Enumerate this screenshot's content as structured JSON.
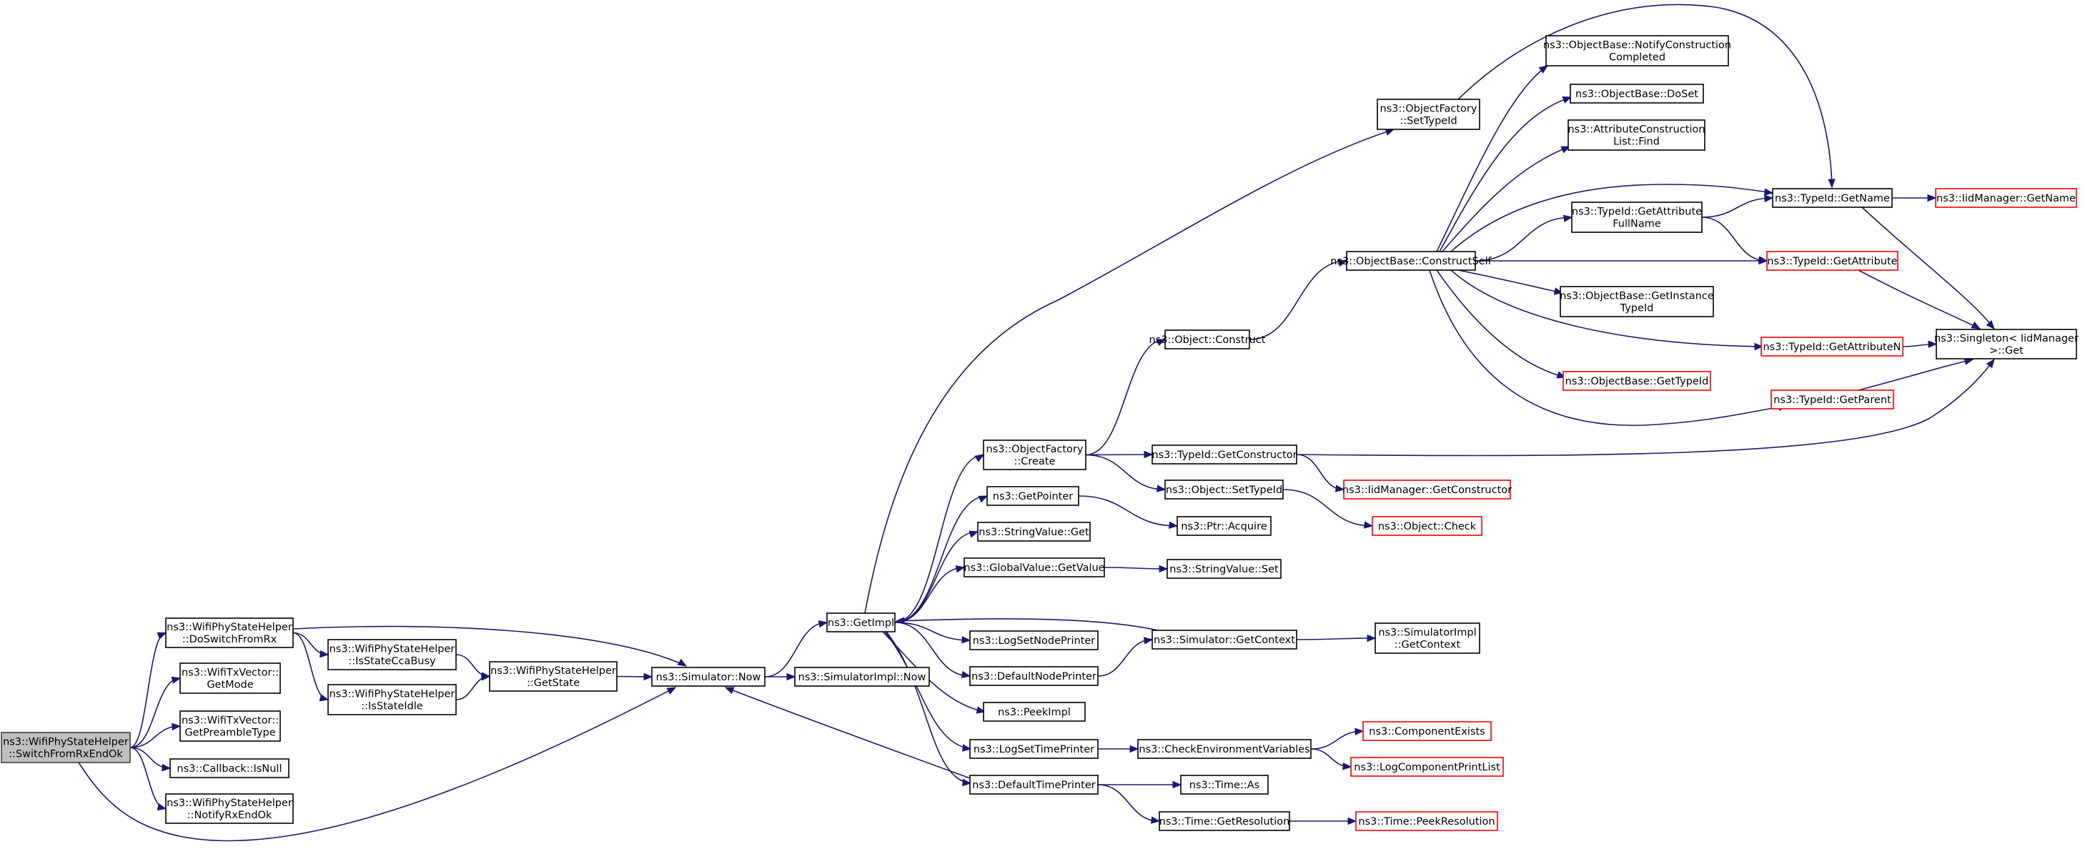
{
  "diagram": {
    "edge_color": "#191970",
    "root_fill": "#bfbfbf",
    "truncated_color": "#ff0000",
    "nodes": [
      {
        "id": "switch_from_rx_end_ok",
        "lines": [
          "ns3::WifiPhyStateHelper",
          "::SwitchFromRxEndOk"
        ],
        "root": true
      },
      {
        "id": "do_switch_from_rx",
        "lines": [
          "ns3::WifiPhyStateHelper",
          "::DoSwitchFromRx"
        ]
      },
      {
        "id": "get_mode",
        "lines": [
          "ns3::WifiTxVector::",
          "GetMode"
        ]
      },
      {
        "id": "get_preamble_type",
        "lines": [
          "ns3::WifiTxVector::",
          "GetPreambleType"
        ]
      },
      {
        "id": "is_null",
        "lines": [
          "ns3::Callback::IsNull"
        ]
      },
      {
        "id": "notify_rx_end_ok",
        "lines": [
          "ns3::WifiPhyStateHelper",
          "::NotifyRxEndOk"
        ]
      },
      {
        "id": "is_state_cca_busy",
        "lines": [
          "ns3::WifiPhyStateHelper",
          "::IsStateCcaBusy"
        ]
      },
      {
        "id": "is_state_idle",
        "lines": [
          "ns3::WifiPhyStateHelper",
          "::IsStateIdle"
        ]
      },
      {
        "id": "get_state",
        "lines": [
          "ns3::WifiPhyStateHelper",
          "::GetState"
        ]
      },
      {
        "id": "simulator_now",
        "lines": [
          "ns3::Simulator::Now"
        ]
      },
      {
        "id": "get_impl",
        "lines": [
          "ns3::GetImpl"
        ]
      },
      {
        "id": "simulator_impl_now",
        "lines": [
          "ns3::SimulatorImpl::Now"
        ]
      },
      {
        "id": "object_factory_create",
        "lines": [
          "ns3::ObjectFactory",
          "::Create"
        ]
      },
      {
        "id": "object_factory_set_type_id",
        "lines": [
          "ns3::ObjectFactory",
          "::SetTypeId"
        ]
      },
      {
        "id": "get_pointer",
        "lines": [
          "ns3::GetPointer"
        ]
      },
      {
        "id": "string_value_get",
        "lines": [
          "ns3::StringValue::Get"
        ]
      },
      {
        "id": "global_value_get_value",
        "lines": [
          "ns3::GlobalValue::GetValue"
        ]
      },
      {
        "id": "log_set_node_printer",
        "lines": [
          "ns3::LogSetNodePrinter"
        ]
      },
      {
        "id": "default_node_printer",
        "lines": [
          "ns3::DefaultNodePrinter"
        ]
      },
      {
        "id": "peek_impl",
        "lines": [
          "ns3::PeekImpl"
        ]
      },
      {
        "id": "log_set_time_printer",
        "lines": [
          "ns3::LogSetTimePrinter"
        ]
      },
      {
        "id": "default_time_printer",
        "lines": [
          "ns3::DefaultTimePrinter"
        ]
      },
      {
        "id": "object_construct",
        "lines": [
          "ns3::Object::Construct"
        ]
      },
      {
        "id": "type_id_get_constructor",
        "lines": [
          "ns3::TypeId::GetConstructor"
        ]
      },
      {
        "id": "object_set_type_id",
        "lines": [
          "ns3::Object::SetTypeId"
        ]
      },
      {
        "id": "ptr_acquire",
        "lines": [
          "ns3::Ptr::Acquire"
        ]
      },
      {
        "id": "string_value_set",
        "lines": [
          "ns3::StringValue::Set"
        ]
      },
      {
        "id": "simulator_get_context",
        "lines": [
          "ns3::Simulator::GetContext"
        ]
      },
      {
        "id": "check_environment_variables",
        "lines": [
          "ns3::CheckEnvironmentVariables"
        ]
      },
      {
        "id": "time_as",
        "lines": [
          "ns3::Time::As"
        ]
      },
      {
        "id": "time_get_resolution",
        "lines": [
          "ns3::Time::GetResolution"
        ]
      },
      {
        "id": "object_base_construct_self",
        "lines": [
          "ns3::ObjectBase::ConstructSelf"
        ]
      },
      {
        "id": "iid_manager_get_constructor",
        "lines": [
          "ns3::IidManager::GetConstructor"
        ],
        "truncated": true
      },
      {
        "id": "object_check",
        "lines": [
          "ns3::Object::Check"
        ],
        "truncated": true
      },
      {
        "id": "simulator_impl_get_context",
        "lines": [
          "ns3::SimulatorImpl",
          "::GetContext"
        ]
      },
      {
        "id": "component_exists",
        "lines": [
          "ns3::ComponentExists"
        ],
        "truncated": true
      },
      {
        "id": "log_component_print_list",
        "lines": [
          "ns3::LogComponentPrintList"
        ],
        "truncated": true
      },
      {
        "id": "time_peek_resolution",
        "lines": [
          "ns3::Time::PeekResolution"
        ],
        "truncated": true
      },
      {
        "id": "notify_construction_completed",
        "lines": [
          "ns3::ObjectBase::NotifyConstruction",
          "Completed"
        ]
      },
      {
        "id": "object_base_do_set",
        "lines": [
          "ns3::ObjectBase::DoSet"
        ]
      },
      {
        "id": "attribute_construction_list_find",
        "lines": [
          "ns3::AttributeConstruction",
          "List::Find"
        ]
      },
      {
        "id": "type_id_get_attribute_full_name",
        "lines": [
          "ns3::TypeId::GetAttribute",
          "FullName"
        ]
      },
      {
        "id": "object_base_get_instance_type_id",
        "lines": [
          "ns3::ObjectBase::GetInstance",
          "TypeId"
        ]
      },
      {
        "id": "object_base_get_type_id",
        "lines": [
          "ns3::ObjectBase::GetTypeId"
        ],
        "truncated": true
      },
      {
        "id": "type_id_get_name",
        "lines": [
          "ns3::TypeId::GetName"
        ]
      },
      {
        "id": "type_id_get_attribute",
        "lines": [
          "ns3::TypeId::GetAttribute"
        ],
        "truncated": true
      },
      {
        "id": "type_id_get_attribute_n",
        "lines": [
          "ns3::TypeId::GetAttributeN"
        ],
        "truncated": true
      },
      {
        "id": "type_id_get_parent",
        "lines": [
          "ns3::TypeId::GetParent"
        ],
        "truncated": true
      },
      {
        "id": "iid_manager_get_name",
        "lines": [
          "ns3::IidManager::GetName"
        ],
        "truncated": true
      },
      {
        "id": "singleton_iid_manager_get",
        "lines": [
          "ns3::Singleton< IidManager",
          " >::Get"
        ]
      }
    ],
    "edges": [
      [
        "switch_from_rx_end_ok",
        "do_switch_from_rx"
      ],
      [
        "switch_from_rx_end_ok",
        "get_mode"
      ],
      [
        "switch_from_rx_end_ok",
        "get_preamble_type"
      ],
      [
        "switch_from_rx_end_ok",
        "is_null"
      ],
      [
        "switch_from_rx_end_ok",
        "notify_rx_end_ok"
      ],
      [
        "switch_from_rx_end_ok",
        "simulator_now"
      ],
      [
        "do_switch_from_rx",
        "is_state_cca_busy"
      ],
      [
        "do_switch_from_rx",
        "is_state_idle"
      ],
      [
        "do_switch_from_rx",
        "simulator_now"
      ],
      [
        "is_state_cca_busy",
        "get_state"
      ],
      [
        "is_state_idle",
        "get_state"
      ],
      [
        "get_state",
        "simulator_now"
      ],
      [
        "simulator_now",
        "get_impl"
      ],
      [
        "simulator_now",
        "simulator_impl_now"
      ],
      [
        "get_impl",
        "object_factory_create"
      ],
      [
        "get_impl",
        "object_factory_set_type_id"
      ],
      [
        "get_impl",
        "get_pointer"
      ],
      [
        "get_impl",
        "string_value_get"
      ],
      [
        "get_impl",
        "global_value_get_value"
      ],
      [
        "get_impl",
        "log_set_node_printer"
      ],
      [
        "get_impl",
        "default_node_printer"
      ],
      [
        "get_impl",
        "peek_impl"
      ],
      [
        "get_impl",
        "log_set_time_printer"
      ],
      [
        "get_impl",
        "default_time_printer"
      ],
      [
        "object_factory_create",
        "object_construct"
      ],
      [
        "object_factory_create",
        "type_id_get_constructor"
      ],
      [
        "object_factory_create",
        "object_set_type_id"
      ],
      [
        "get_pointer",
        "ptr_acquire"
      ],
      [
        "global_value_get_value",
        "string_value_set"
      ],
      [
        "default_node_printer",
        "simulator_get_context"
      ],
      [
        "simulator_get_context",
        "get_impl"
      ],
      [
        "simulator_get_context",
        "simulator_impl_get_context"
      ],
      [
        "log_set_time_printer",
        "check_environment_variables"
      ],
      [
        "check_environment_variables",
        "component_exists"
      ],
      [
        "check_environment_variables",
        "log_component_print_list"
      ],
      [
        "default_time_printer",
        "simulator_now"
      ],
      [
        "default_time_printer",
        "time_as"
      ],
      [
        "default_time_printer",
        "time_get_resolution"
      ],
      [
        "time_get_resolution",
        "time_peek_resolution"
      ],
      [
        "object_construct",
        "object_base_construct_self"
      ],
      [
        "type_id_get_constructor",
        "iid_manager_get_constructor"
      ],
      [
        "type_id_get_constructor",
        "singleton_iid_manager_get"
      ],
      [
        "object_set_type_id",
        "object_check"
      ],
      [
        "object_factory_set_type_id",
        "type_id_get_name"
      ],
      [
        "object_base_construct_self",
        "notify_construction_completed"
      ],
      [
        "object_base_construct_self",
        "object_base_do_set"
      ],
      [
        "object_base_construct_self",
        "attribute_construction_list_find"
      ],
      [
        "object_base_construct_self",
        "type_id_get_name"
      ],
      [
        "object_base_construct_self",
        "type_id_get_attribute_full_name"
      ],
      [
        "object_base_construct_self",
        "type_id_get_attribute"
      ],
      [
        "object_base_construct_self",
        "object_base_get_instance_type_id"
      ],
      [
        "object_base_construct_self",
        "type_id_get_attribute_n"
      ],
      [
        "object_base_construct_self",
        "object_base_get_type_id"
      ],
      [
        "object_base_construct_self",
        "type_id_get_parent"
      ],
      [
        "type_id_get_attribute_full_name",
        "type_id_get_name"
      ],
      [
        "type_id_get_attribute_full_name",
        "type_id_get_attribute"
      ],
      [
        "type_id_get_name",
        "iid_manager_get_name"
      ],
      [
        "type_id_get_name",
        "singleton_iid_manager_get"
      ],
      [
        "type_id_get_attribute",
        "singleton_iid_manager_get"
      ],
      [
        "type_id_get_attribute_n",
        "singleton_iid_manager_get"
      ],
      [
        "type_id_get_parent",
        "singleton_iid_manager_get"
      ]
    ]
  }
}
